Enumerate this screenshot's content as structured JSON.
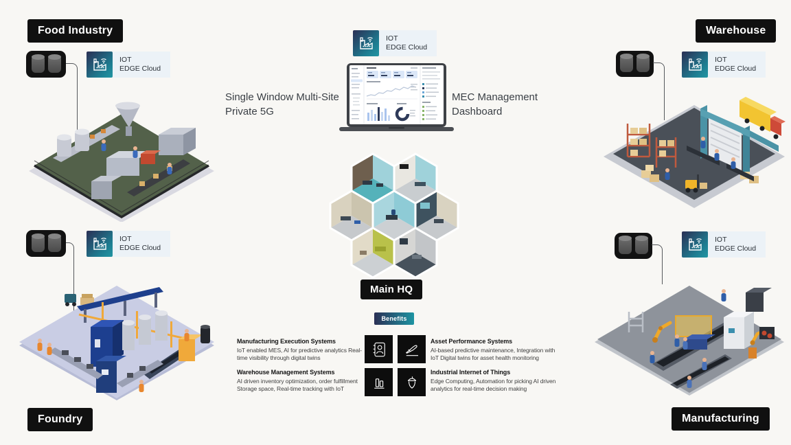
{
  "sites": {
    "food_industry": {
      "label": "Food Industry"
    },
    "foundry": {
      "label": "Foundry"
    },
    "warehouse": {
      "label": "Warehouse"
    },
    "manufacturing": {
      "label": "Manufacturing"
    },
    "main_hq": {
      "label": "Main HQ"
    }
  },
  "iot_badge": {
    "line1": "IOT",
    "line2": "EDGE Cloud"
  },
  "center": {
    "left_line1": "Single Window Multi-Site",
    "left_line2": "Private 5G",
    "right_line1": "MEC Management",
    "right_line2": "Dashboard"
  },
  "benefits": {
    "badge": "Benefits",
    "items": [
      {
        "title": "Manufacturing Execution Systems",
        "desc": "IoT enabled MES, AI for predictive analytics Real-time visibility through digital twins"
      },
      {
        "title": "Warehouse Management Systems",
        "desc": "AI driven inventory optimization, order fulfillment Storage space, Real-time tracking with IoT"
      },
      {
        "title": "Asset Performance Systems",
        "desc": "AI-based predictive maintenance, Integration with IoT Digital twins for asset health monitoring"
      },
      {
        "title": "Industrial Internet of Things",
        "desc": "Edge Computing, Automation for picking AI driven analytics for real-time decision making"
      }
    ],
    "icons": [
      "contact-book-icon",
      "airplane-takeoff-icon",
      "books-icon",
      "acorn-icon"
    ]
  },
  "colors": {
    "label_bg": "#101010",
    "label_text": "#ffffff",
    "badge_gradient_start": "#2b3055",
    "badge_gradient_end": "#2296a3",
    "badge_strip_bg": "#ecf2f7",
    "background": "#f8f7f4"
  }
}
